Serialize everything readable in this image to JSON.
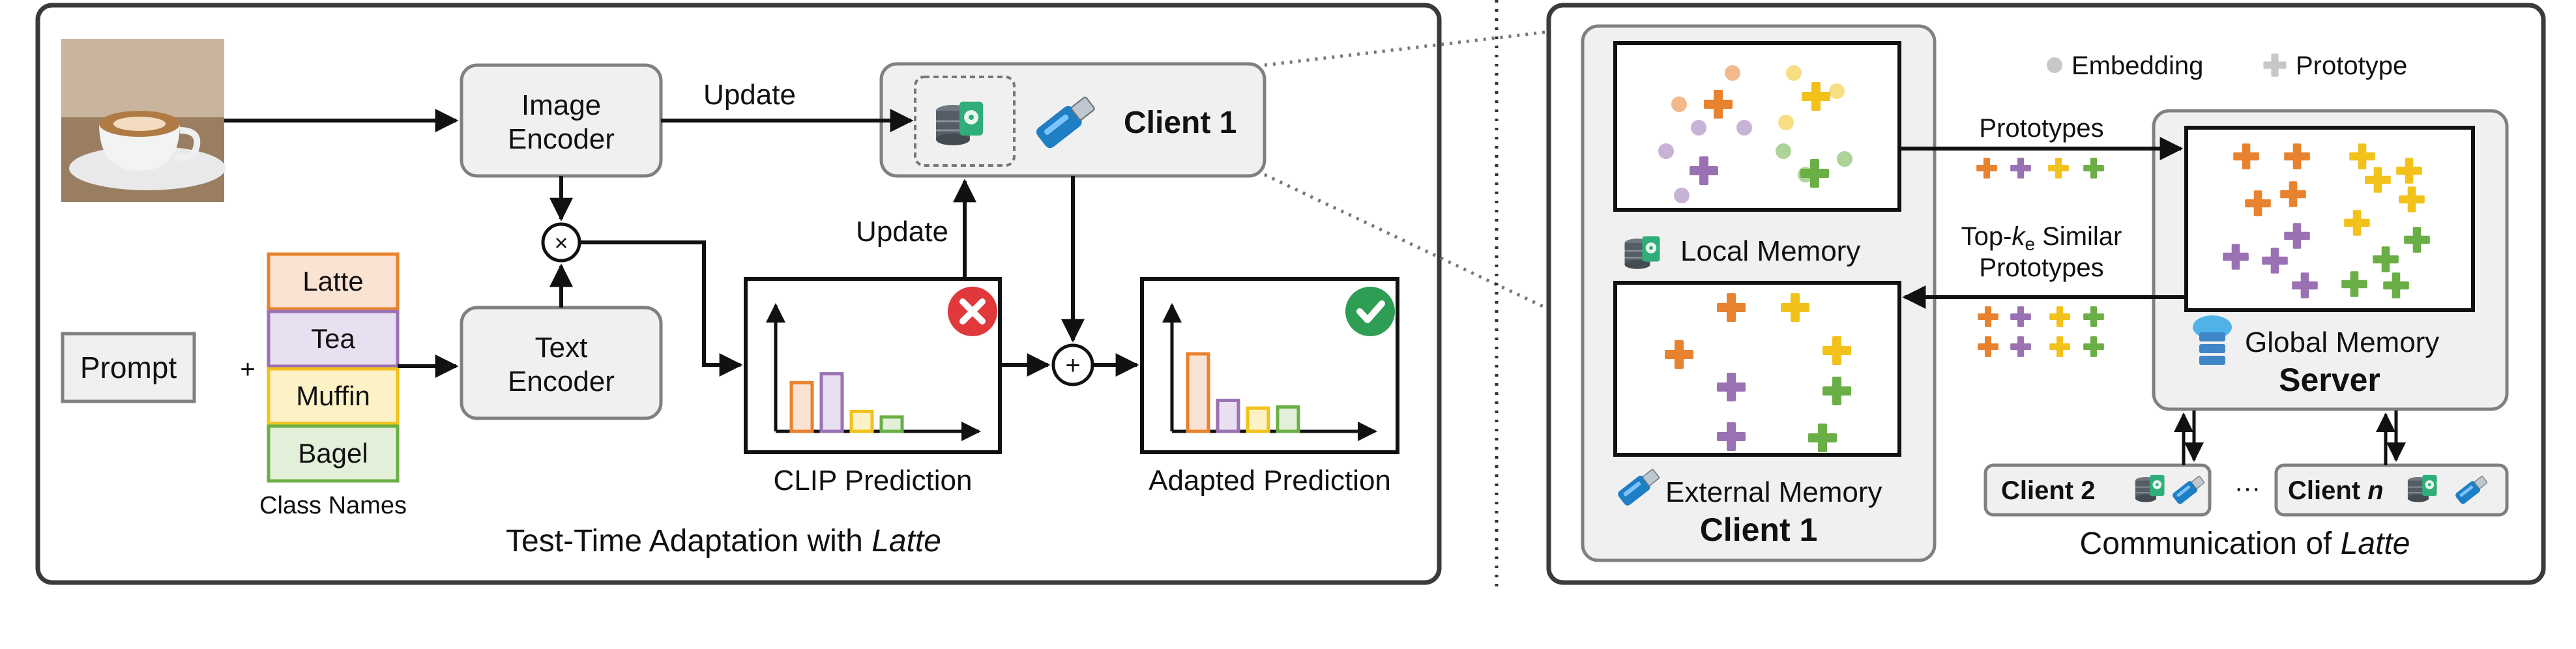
{
  "left_panel": {
    "caption_prefix": "Test-Time Adaptation with ",
    "caption_italic": "Latte",
    "image_encoder": [
      "Image",
      "Encoder"
    ],
    "text_encoder": [
      "Text",
      "Encoder"
    ],
    "prompt": "Prompt",
    "plus": "+",
    "class_names": [
      "Latte",
      "Tea",
      "Muffin",
      "Bagel"
    ],
    "class_names_label": "Class Names",
    "update_top": "Update",
    "update_mid": "Update",
    "client": "Client 1",
    "clip_prediction": "CLIP Prediction",
    "adapted_prediction": "Adapted Prediction",
    "clip_bars": [
      0.44,
      0.52,
      0.18,
      0.13
    ],
    "adapted_bars": [
      0.7,
      0.28,
      0.21,
      0.22
    ]
  },
  "right_panel": {
    "caption_prefix": "Communication of ",
    "caption_italic": "Latte",
    "legend_embedding": "Embedding",
    "legend_prototype": "Prototype",
    "local_memory": "Local Memory",
    "external_memory": "External Memory",
    "client1": "Client 1",
    "global_memory": "Global Memory",
    "server": "Server",
    "prototypes_arrow": "Prototypes",
    "topk_prefix": "Top-",
    "topk_k": "k",
    "topk_sub": "e",
    "topk_suffix": " Similar",
    "topk_line2": "Prototypes",
    "client2": "Client 2",
    "ellipsis": "···",
    "client_n_prefix": "Client ",
    "client_n_italic": "n"
  },
  "colors": {
    "orange": "#e8822e",
    "purple": "#9a72b4",
    "yellow": "#f2c21b",
    "green": "#6aaf45",
    "orange_fill": "#fbe3d3",
    "purple_fill": "#e8dff0",
    "yellow_fill": "#fdf1c6",
    "green_fill": "#e2efd9",
    "wrong": "#e0383b",
    "right": "#2e9e55"
  }
}
